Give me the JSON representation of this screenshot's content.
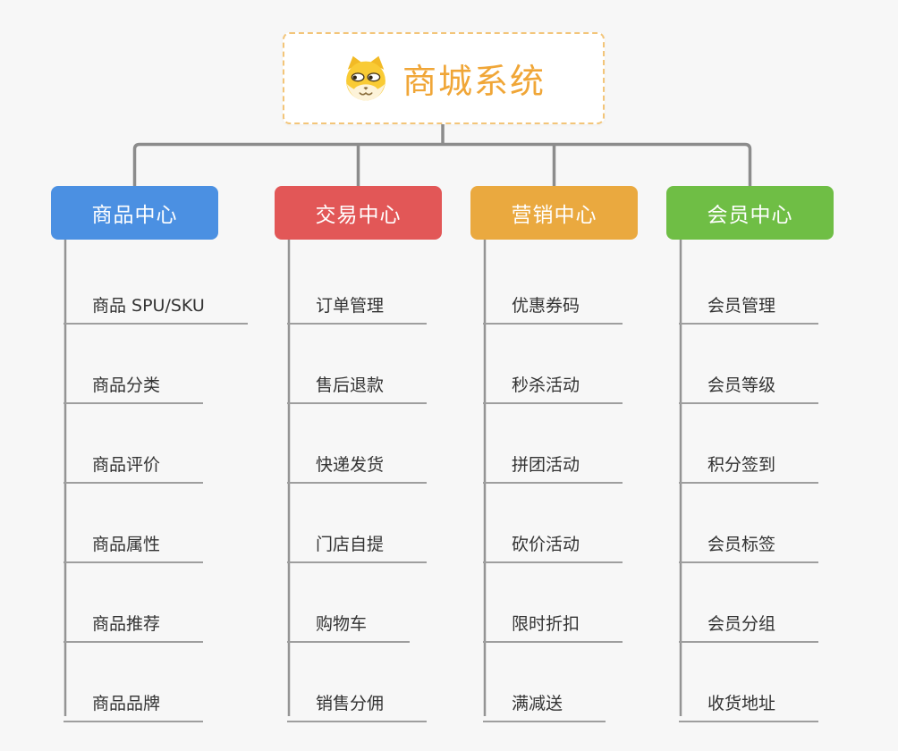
{
  "root": {
    "title": "商城系统",
    "icon": "dog-face-icon",
    "text_color": "#f0a637",
    "border_color": "#f3c579"
  },
  "branches": [
    {
      "label": "商品中心",
      "color": "#4b90e2",
      "items": [
        "商品 SPU/SKU",
        "商品分类",
        "商品评价",
        "商品属性",
        "商品推荐",
        "商品品牌"
      ]
    },
    {
      "label": "交易中心",
      "color": "#e25757",
      "items": [
        "订单管理",
        "售后退款",
        "快递发货",
        "门店自提",
        "购物车",
        "销售分佣"
      ]
    },
    {
      "label": "营销中心",
      "color": "#eaa93f",
      "items": [
        "优惠券码",
        "秒杀活动",
        "拼团活动",
        "砍价活动",
        "限时折扣",
        "满减送"
      ]
    },
    {
      "label": "会员中心",
      "color": "#6fbe45",
      "items": [
        "会员管理",
        "会员等级",
        "积分签到",
        "会员标签",
        "会员分组",
        "收货地址"
      ]
    }
  ]
}
